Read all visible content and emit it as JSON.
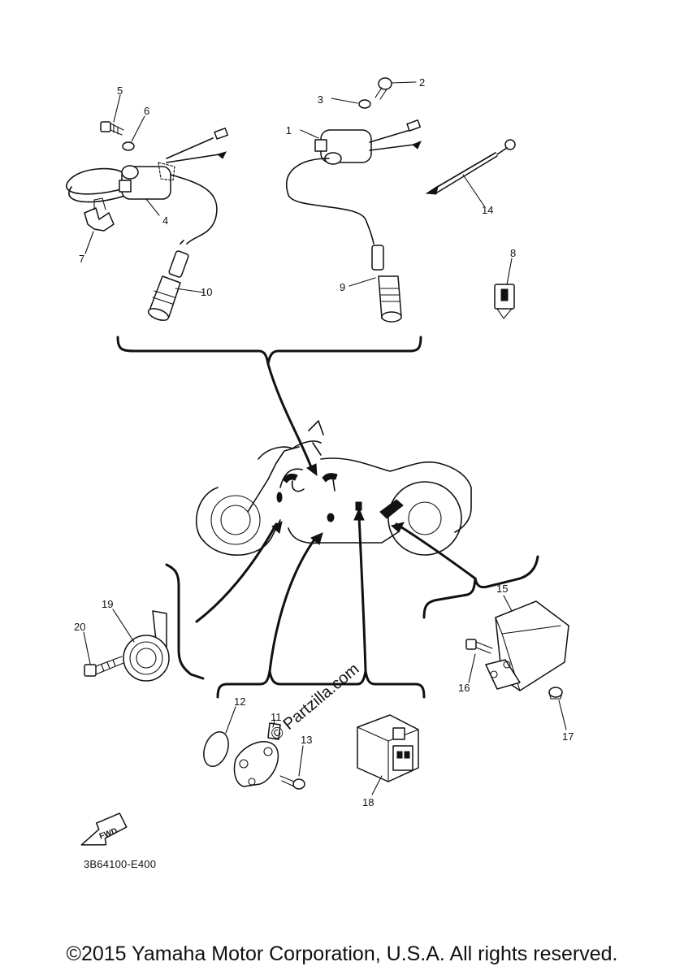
{
  "callouts": [
    "1",
    "2",
    "3",
    "4",
    "5",
    "6",
    "7",
    "8",
    "9",
    "10",
    "11",
    "12",
    "13",
    "14",
    "15",
    "16",
    "17",
    "18",
    "19",
    "20"
  ],
  "watermark": "© Partzilla.com",
  "fwd_label": "FWD",
  "diagram_code": "3B64100-E400",
  "copyright": "©2015 Yamaha Motor Corporation, U.S.A. All rights reserved."
}
